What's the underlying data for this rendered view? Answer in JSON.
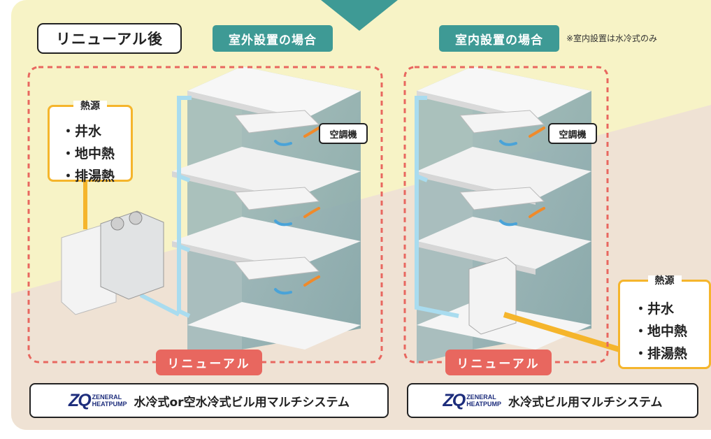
{
  "header": {
    "title": "リニューアル後",
    "outdoor_case": "室外設置の場合",
    "indoor_case": "室内設置の場合",
    "indoor_note": "※室内設置は水冷式のみ"
  },
  "heat_source": {
    "title": "熱源",
    "items": [
      "・井水",
      "・地中熱",
      "・排湯熱"
    ]
  },
  "ac_label": "空調機",
  "renewal_label": "リニューアル",
  "logo": {
    "mark": "ZQ",
    "line1": "ZENERAL",
    "line2": "HEATPUMP"
  },
  "products": {
    "left": "水冷式or空水冷式ビル用マルチシステム",
    "right": "水冷式ビル用マルチシステム"
  },
  "colors": {
    "teal": "#3e9a95",
    "renewal_red": "#e8675f",
    "heat_orange": "#f5b52c",
    "pipe_blue": "#a9dcef",
    "logo_navy": "#1d2d7c"
  }
}
